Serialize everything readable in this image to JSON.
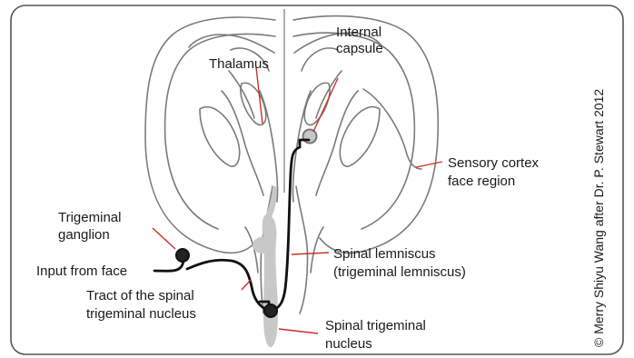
{
  "labels": {
    "thalamus": "Thalamus",
    "internal_capsule_1": "Internal",
    "internal_capsule_2": "capsule",
    "sensory_cortex_1": "Sensory cortex",
    "sensory_cortex_2": "face region",
    "trigeminal_ganglion_1": "Trigeminal",
    "trigeminal_ganglion_2": "ganglion",
    "input_from_face": "Input from face",
    "spinal_lemniscus_1": "Spinal lemniscus",
    "spinal_lemniscus_2": "(trigeminal lemniscus)",
    "tract_1": "Tract of the spinal",
    "tract_2": "trigeminal nucleus",
    "spinal_trigeminal_1": "Spinal trigeminal",
    "spinal_trigeminal_2": "nucleus"
  },
  "copyright": "© Merry Shiyu Wang after Dr. P. Stewart 2012",
  "colors": {
    "frame": "#555555",
    "brain_outline": "#7a7a7a",
    "leader_lines": "#c8322a",
    "nucleus_fill": "#c8c8c8",
    "pathway": "#111111"
  }
}
